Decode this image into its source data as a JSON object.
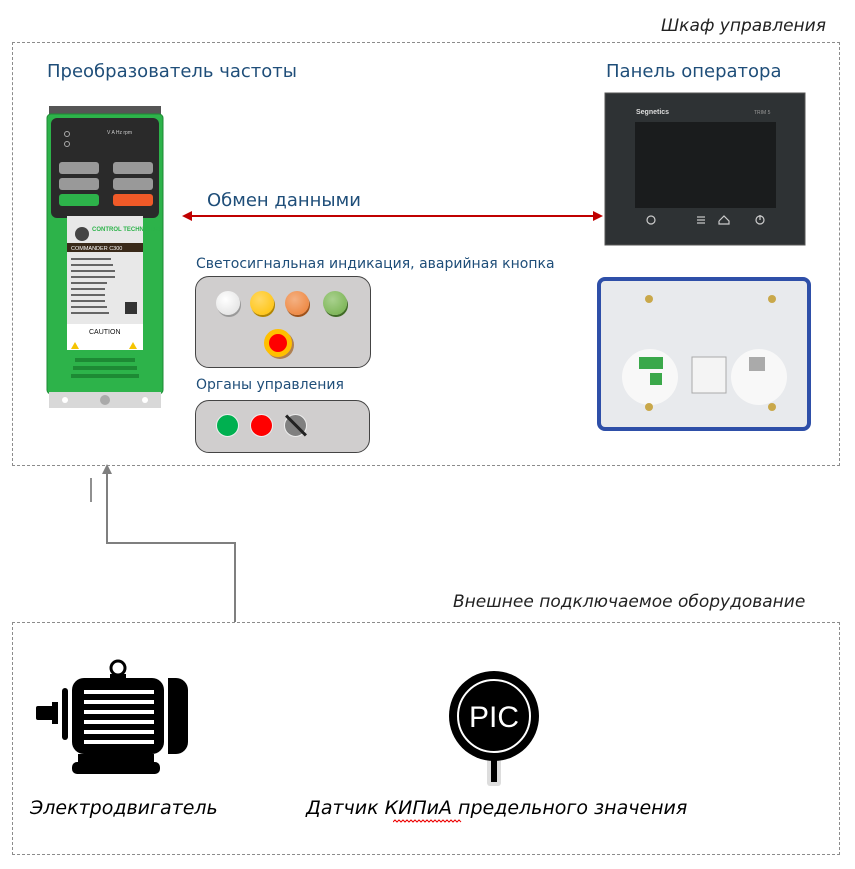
{
  "cabinet": {
    "title": "Шкаф управления",
    "drive_label": "Преобразователь частоты",
    "panel_label": "Панель оператора",
    "exchange_label": "Обмен данными",
    "signal_label": "Светосигнальная индикация, аварийная кнопка",
    "controls_label": "Органы управления"
  },
  "drive": {
    "brand": "CONTROL TECHNIQUES",
    "model": "COMMANDER C300",
    "caution": "CAUTION",
    "color": "#2db34a"
  },
  "panel": {
    "brand": "Segnetics",
    "model": "TRIM 5",
    "buttons": [
      "info-icon",
      "menu-icon",
      "home-icon",
      "power-icon"
    ]
  },
  "signal_lamps": {
    "colors": [
      "#f2f2f2",
      "#ffc000",
      "#ed7d31",
      "#70ad47"
    ],
    "emergency_button": {
      "ring": "#ffc000",
      "center": "#ff0000"
    }
  },
  "controls": {
    "colors": [
      "#00b050",
      "#ff0000",
      "#808080"
    ]
  },
  "external": {
    "title": "Внешнее подключаемое оборудование",
    "motor_label": "Электродвигатель",
    "sensor_label": "Датчик КИПиА предельного значения",
    "sensor_tag": "PIC"
  },
  "colors": {
    "text_blue": "#1f4e79",
    "exchange_arrow": "#c00000",
    "connector_line": "#7f7f7f"
  }
}
